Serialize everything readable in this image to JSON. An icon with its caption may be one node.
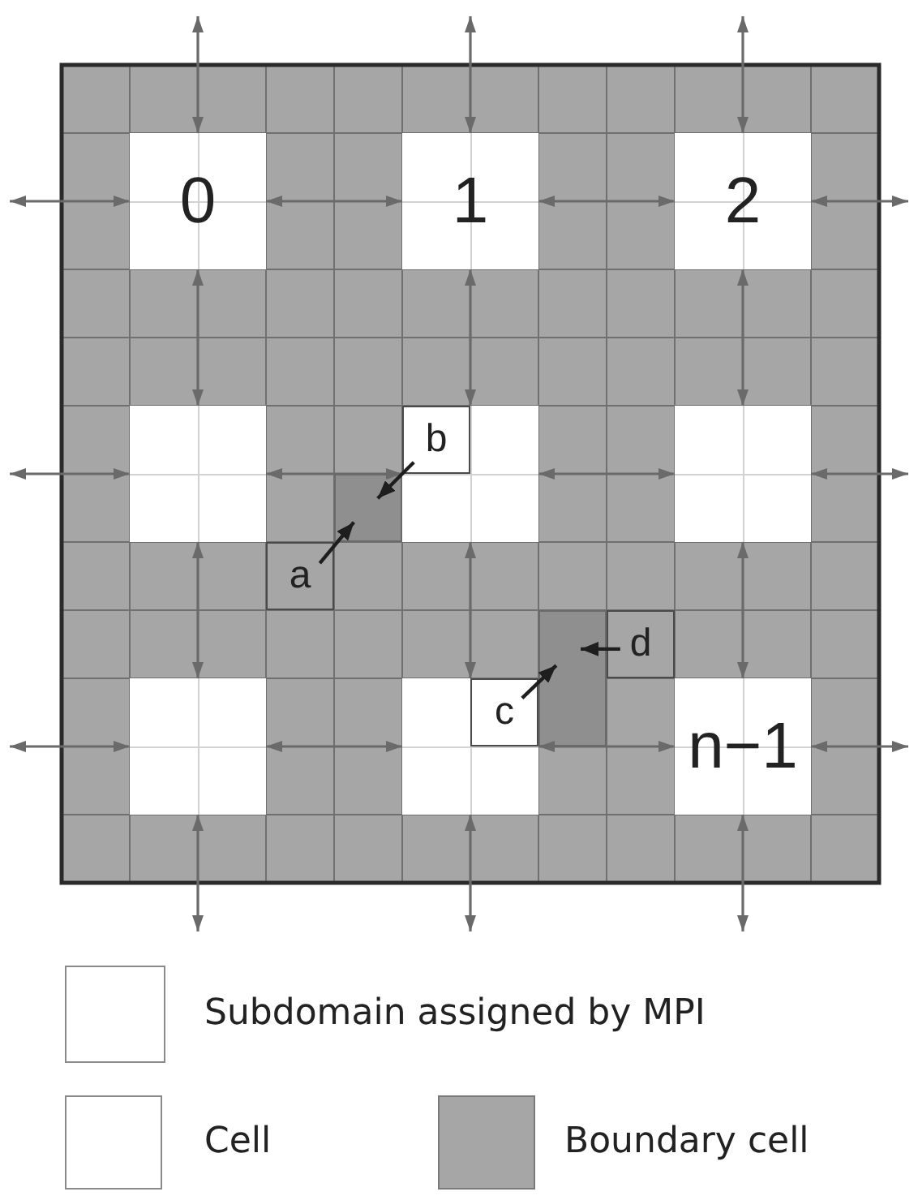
{
  "diagram": {
    "nodes": [
      {
        "text": [
          "0"
        ]
      },
      {
        "text": [
          "1"
        ]
      },
      {
        "text": [
          "2"
        ]
      },
      {
        "text": [],
        "shape": "box"
      },
      {
        "text": [],
        "shape": "box"
      },
      {
        "text": [],
        "shape": "box"
      },
      {
        "text": [
          "b"
        ],
        "in": 4
      },
      {
        "text": [],
        "shape": "box"
      },
      {
        "text": [
          "a"
        ]
      },
      {
        "text": [],
        "shape": "box"
      },
      {
        "text": [],
        "shape": "box"
      },
      {
        "text": [
          "n−1"
        ]
      },
      {
        "text": [],
        "shape": "box"
      },
      {
        "text": [
          "d"
        ]
      },
      {
        "text": [
          "c"
        ],
        "in": 10
      }
    ],
    "edges": [
      {
        "from": null,
        "to": 0,
        "arrow": "both"
      },
      {
        "from": 0,
        "to": 1,
        "arrow": "both"
      },
      {
        "from": 1,
        "to": 2,
        "arrow": "both"
      },
      {
        "from": 2,
        "to": null,
        "arrow": "both"
      },
      {
        "from": null,
        "to": 3,
        "arrow": "both"
      },
      {
        "from": 3,
        "to": 4,
        "arrow": "both"
      },
      {
        "from": 4,
        "to": 5,
        "arrow": "both"
      },
      {
        "from": 5,
        "to": null,
        "arrow": "both"
      },
      {
        "from": null,
        "to": 9,
        "arrow": "both"
      },
      {
        "from": 9,
        "to": 10,
        "arrow": "both"
      },
      {
        "from": 10,
        "to": 11,
        "arrow": "both"
      },
      {
        "from": 11,
        "to": null,
        "arrow": "both"
      },
      {
        "from": null,
        "to": 0,
        "arrow": "both"
      },
      {
        "from": 0,
        "to": 3,
        "arrow": "both"
      },
      {
        "from": 3,
        "to": 9,
        "arrow": "both"
      },
      {
        "from": 9,
        "to": null,
        "arrow": "both"
      },
      {
        "from": null,
        "to": 1,
        "arrow": "both"
      },
      {
        "from": 1,
        "to": 4,
        "arrow": "both"
      },
      {
        "from": 4,
        "to": 10,
        "arrow": "both"
      },
      {
        "from": 10,
        "to": null,
        "arrow": "both"
      },
      {
        "from": null,
        "to": 2,
        "arrow": "both"
      },
      {
        "from": 2,
        "to": 5,
        "arrow": "both"
      },
      {
        "from": 5,
        "to": 11,
        "arrow": "both"
      },
      {
        "from": 11,
        "to": null,
        "arrow": "both"
      },
      {
        "from": 6,
        "to": 7,
        "arrow": "to"
      },
      {
        "from": 8,
        "to": 7,
        "arrow": "to"
      },
      {
        "from": 13,
        "to": 12,
        "arrow": "to"
      },
      {
        "from": 14,
        "to": 12,
        "arrow": "to"
      }
    ],
    "legend": [
      {
        "text": "Subdomain assigned by MPI",
        "color": "#ffffff"
      },
      {
        "text": "Cell",
        "color": "#ffffff"
      },
      {
        "text": "Boundary cell",
        "color": "#a6a6a6"
      }
    ]
  }
}
